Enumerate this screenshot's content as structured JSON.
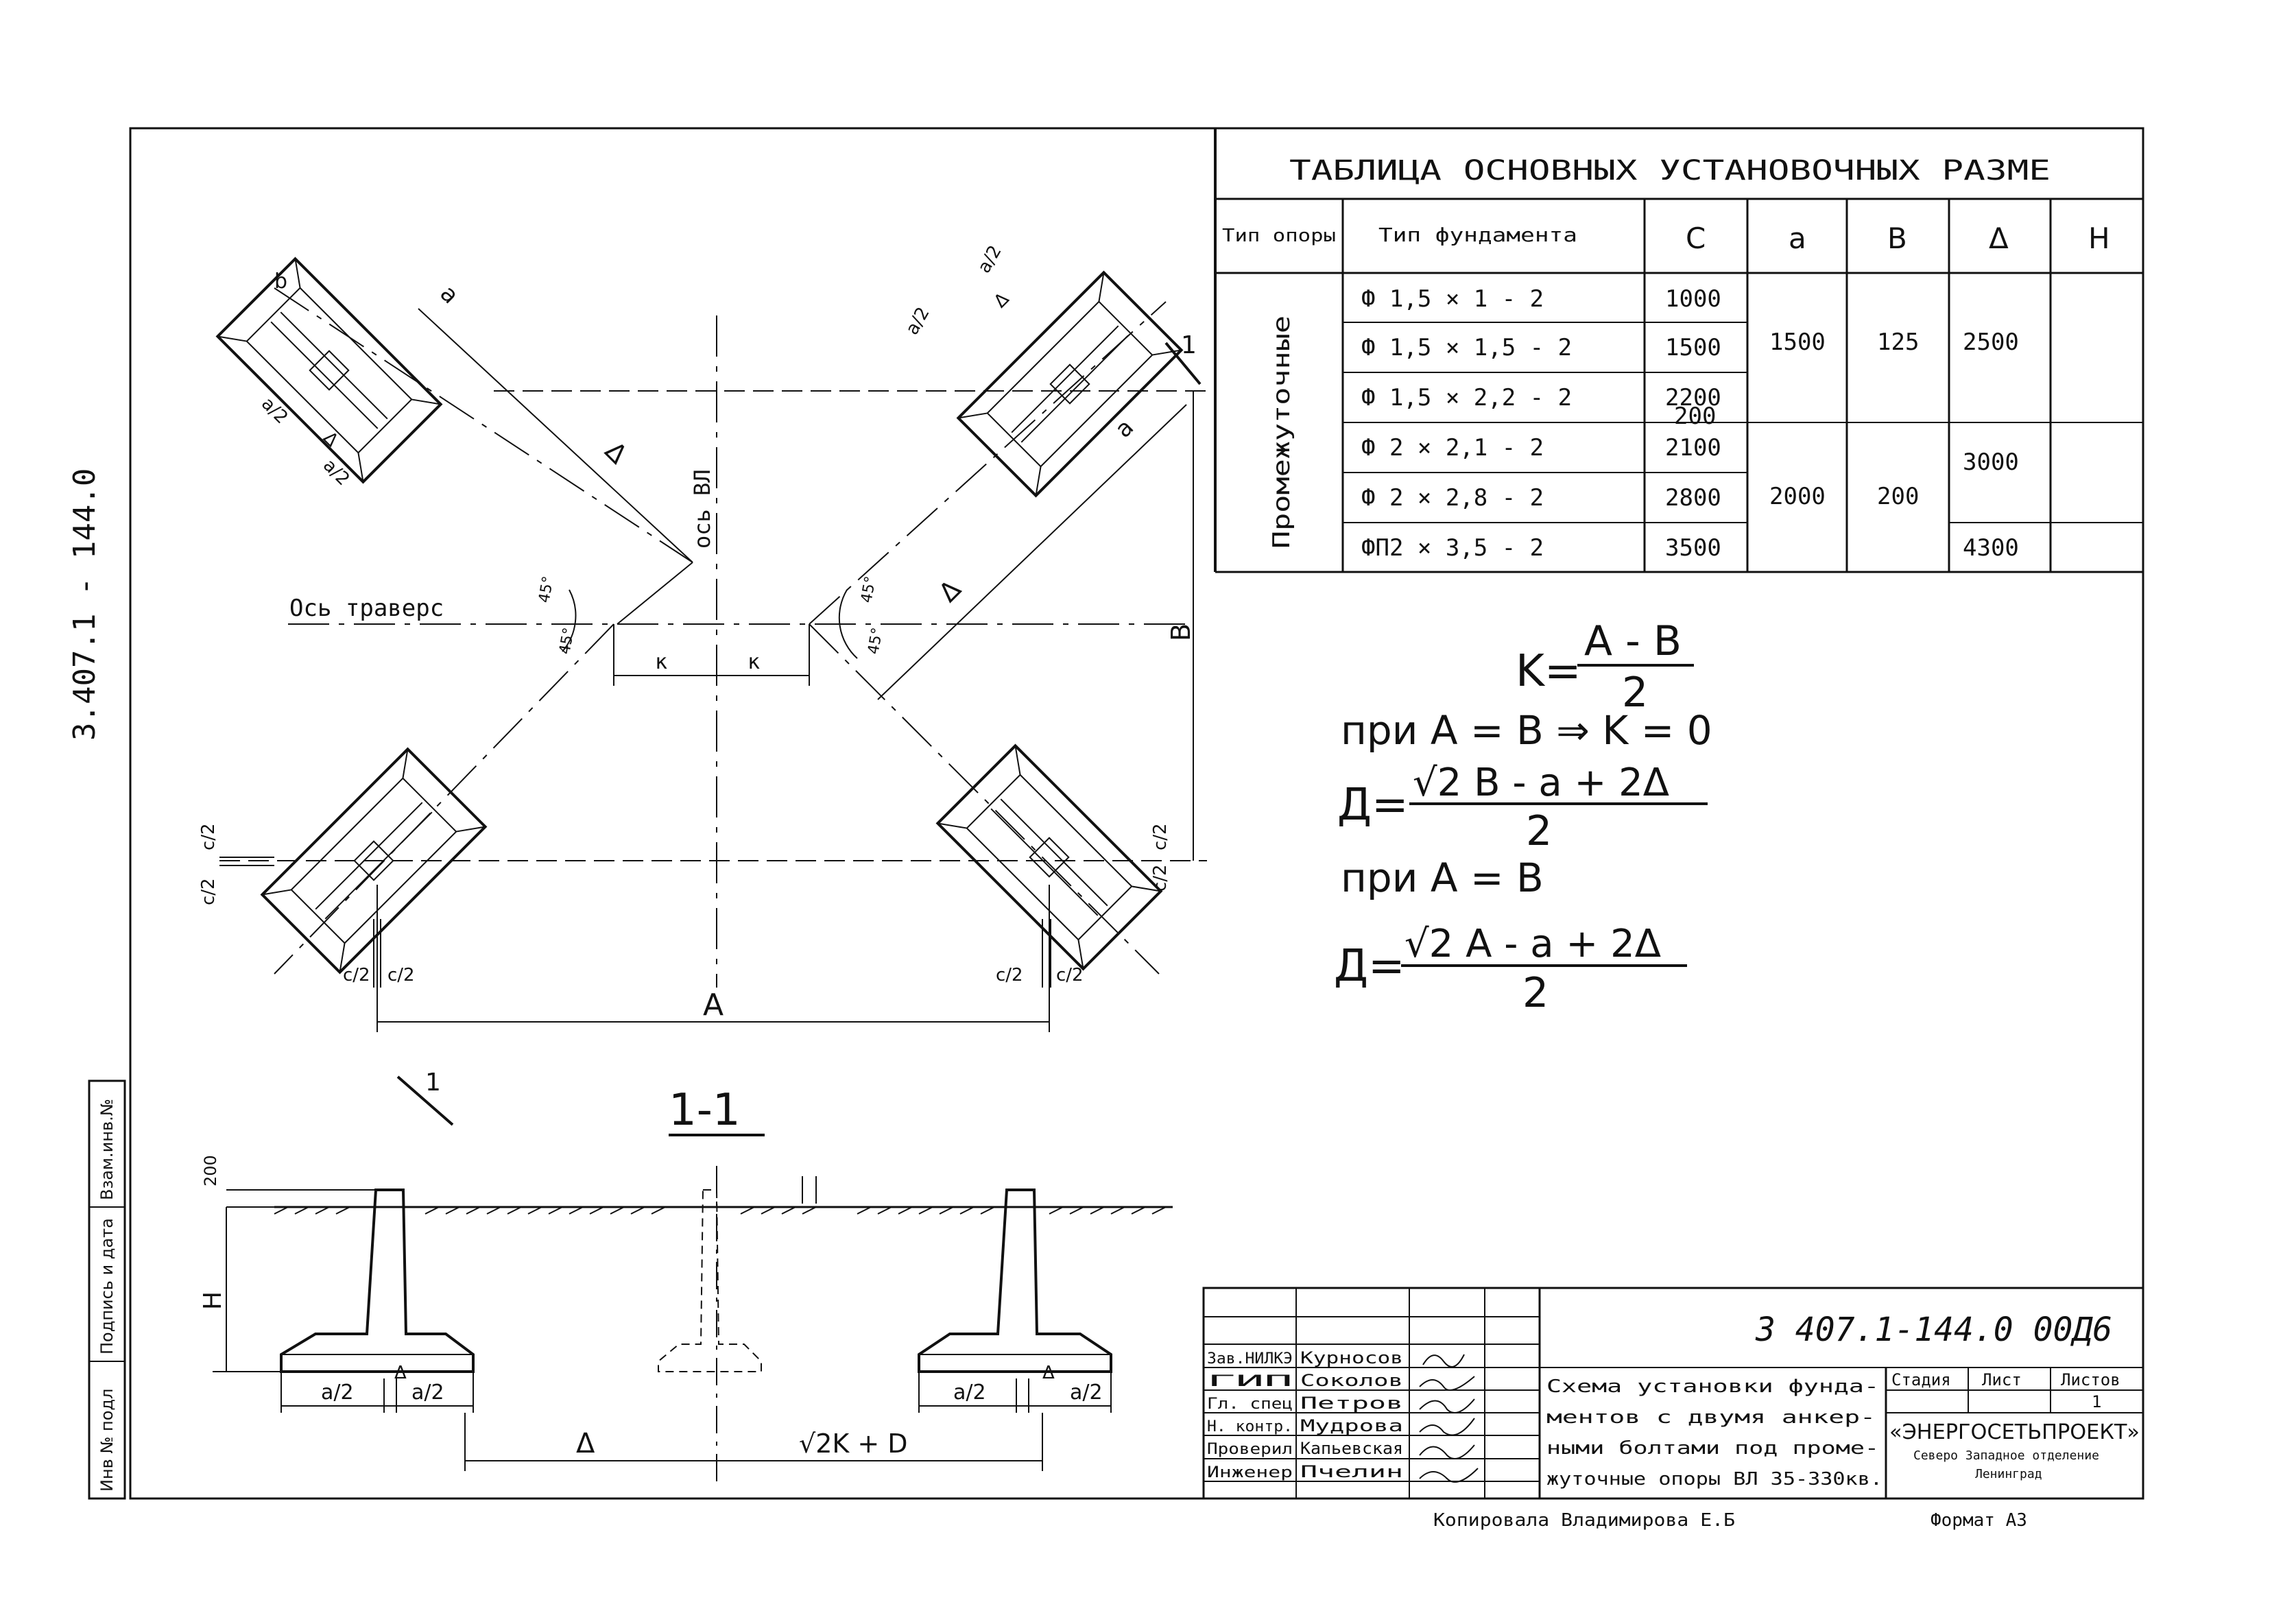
{
  "side_code": "3.407.1 - 144.0",
  "table": {
    "title": "ТАБЛИЦА ОСНОВНЫХ УСТАНОВОЧНЫХ РАЗМЕ",
    "headers": [
      "Тип опоры",
      "Тип фундамента",
      "C",
      "a",
      "B",
      "Δ",
      "H"
    ],
    "row_group_label": "Промежуточные",
    "foundation_types": [
      "Ф 1,5 × 1 - 2",
      "Ф 1,5 × 1,5 - 2",
      "Ф 1,5 × 2,2 - 2",
      "Ф 2 × 2,1 - 2",
      "Ф 2 × 2,8 - 2",
      "ФП2 × 3,5 - 2"
    ],
    "a_values": [
      "1000",
      "1500",
      "2200",
      "2100",
      "2800",
      "3500"
    ],
    "c_value": "200",
    "b_values": [
      "1500",
      "2000"
    ],
    "delta_values": [
      "125",
      "200"
    ],
    "h_values": [
      "2500",
      "3000",
      "4300"
    ]
  },
  "formulas": {
    "k_lhs": "K=",
    "k_num": "A - B",
    "k_den": "2",
    "cond1": "при A = B ⇒ K = 0",
    "d1_lhs": "Д=",
    "d1_num": "√2 B - a + 2Δ",
    "d1_den": "2",
    "cond2": "при A = B",
    "d2_lhs": "Д=",
    "d2_num": "√2 A - a + 2Δ",
    "d2_den": "2"
  },
  "plan": {
    "axis_vl": "ось ВЛ",
    "axis_traverse": "Ось траверс",
    "label_A": "A",
    "label_B": "B",
    "label_a": "a",
    "label_a2": "a/2",
    "label_b": "b",
    "label_delta": "Δ",
    "label_c2": "c/2",
    "label_k": "к",
    "angle": "45°",
    "section_mark": "1"
  },
  "section": {
    "title": "1-1",
    "dim_200": "200",
    "label_H": "H",
    "label_a2": "a/2",
    "label_delta": "Δ",
    "dim_bottom_left": "Δ",
    "dim_bottom_right": "√2K + D"
  },
  "title_block": {
    "code": "3 407.1-144.0 00Д6",
    "roles": [
      "Зав.НИЛКЭ",
      "ГИП",
      "Гл. спец",
      "Н. контр.",
      "Проверил",
      "Инженер"
    ],
    "names": [
      "Курносов",
      "Соколов",
      "Петров",
      "Мудрова",
      "Капьевская",
      "Пчелин"
    ],
    "description_lines": [
      "Схема установки фунда-",
      "ментов с двумя анкер-",
      "ными болтами под проме-",
      "жуточные опоры ВЛ 35-330кв."
    ],
    "stage_label": "Стадия",
    "sheet_label": "Лист",
    "sheets_label": "Листов",
    "sheets_value": "1",
    "org": "«ЭНЕРГОСЕТЬПРОЕКТ»",
    "org_sub1": "Северо Западное отделение",
    "org_sub2": "Ленинград"
  },
  "side_stamp": [
    "Инв № подл",
    "Подпись и дата",
    "Взам.инв.№"
  ],
  "footer": {
    "copied": "Копировала Владимирова Е.Б",
    "format": "Формат А3"
  }
}
